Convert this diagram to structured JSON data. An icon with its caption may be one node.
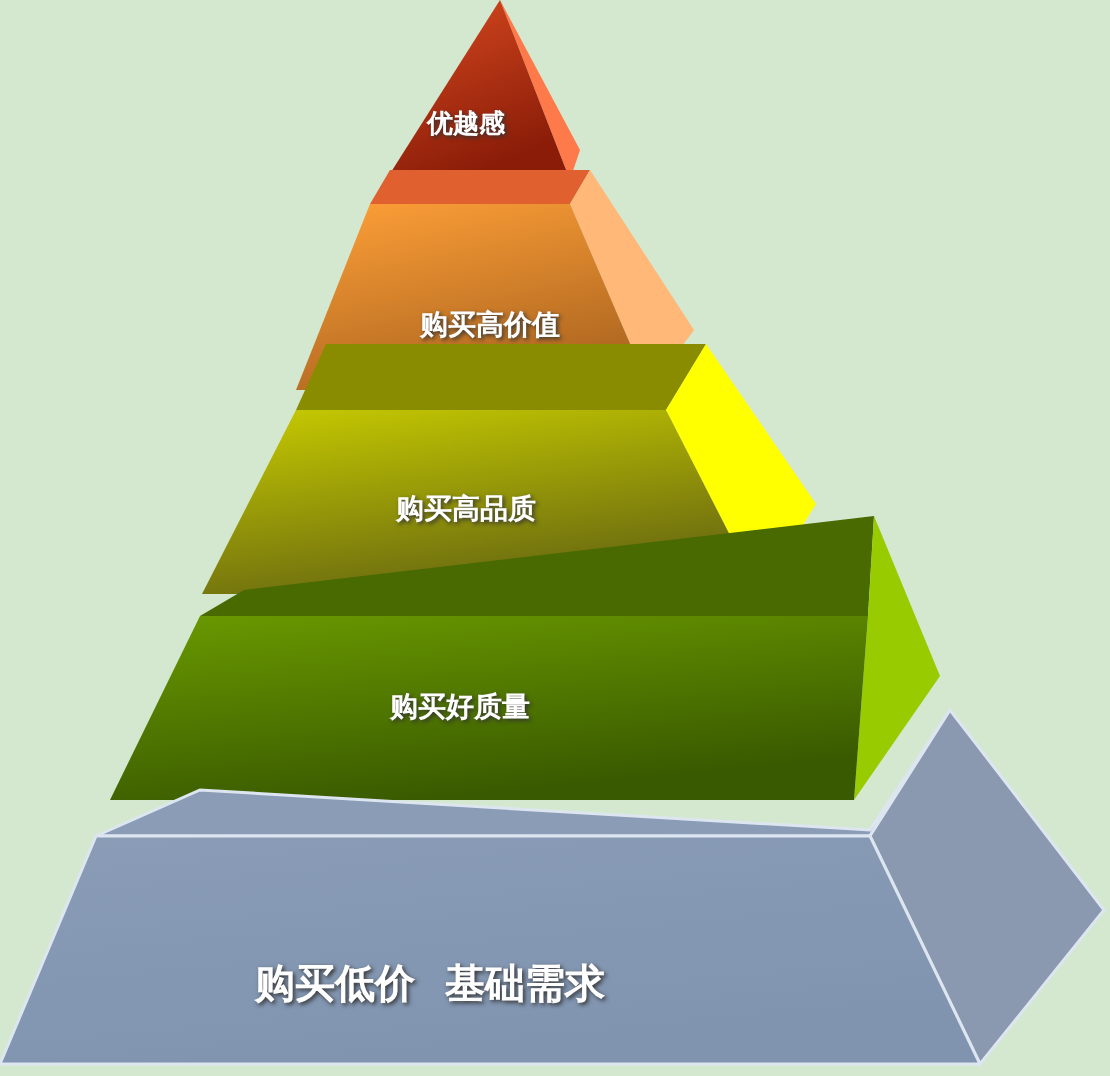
{
  "diagram": {
    "nodes": [
      {
        "text": [
          "优越感"
        ]
      },
      {
        "text": [
          "购买高价值"
        ]
      },
      {
        "text": [
          "购买高品质"
        ]
      },
      {
        "text": [
          "购买好质量"
        ]
      },
      {
        "text": [
          "购买低价 基础需求"
        ]
      }
    ]
  }
}
